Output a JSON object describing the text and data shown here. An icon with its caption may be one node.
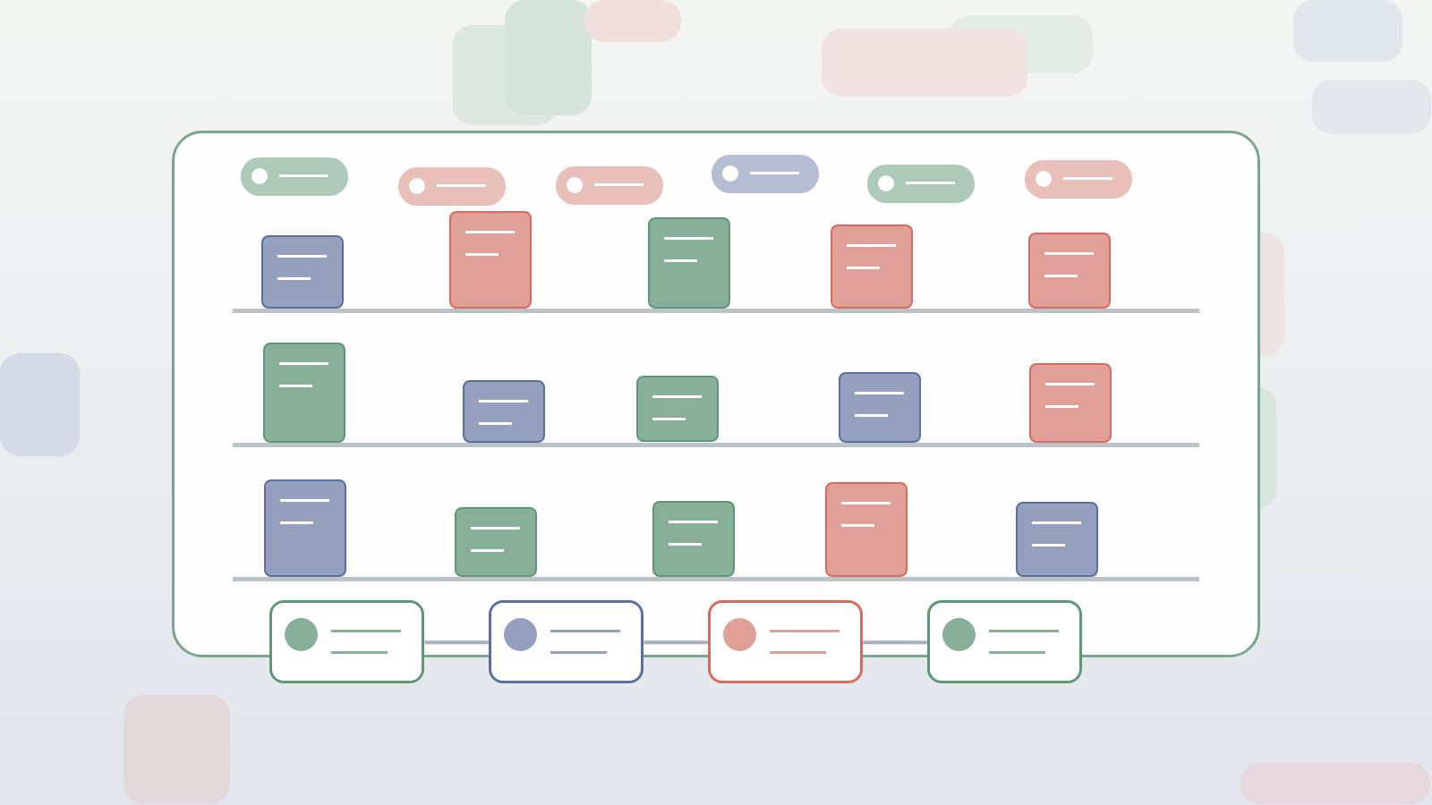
{
  "diagram": {
    "nodes": [
      {
        "text": [],
        "shape": "box"
      },
      {
        "text": [],
        "shape": "box"
      },
      {
        "text": [],
        "shape": "box"
      },
      {
        "text": [],
        "shape": "box"
      }
    ],
    "edges": [
      {
        "from": 0,
        "to": 1,
        "arrow": "none"
      },
      {
        "from": 1,
        "to": 2,
        "arrow": "none"
      },
      {
        "from": 2,
        "to": 3,
        "arrow": "none"
      }
    ]
  }
}
